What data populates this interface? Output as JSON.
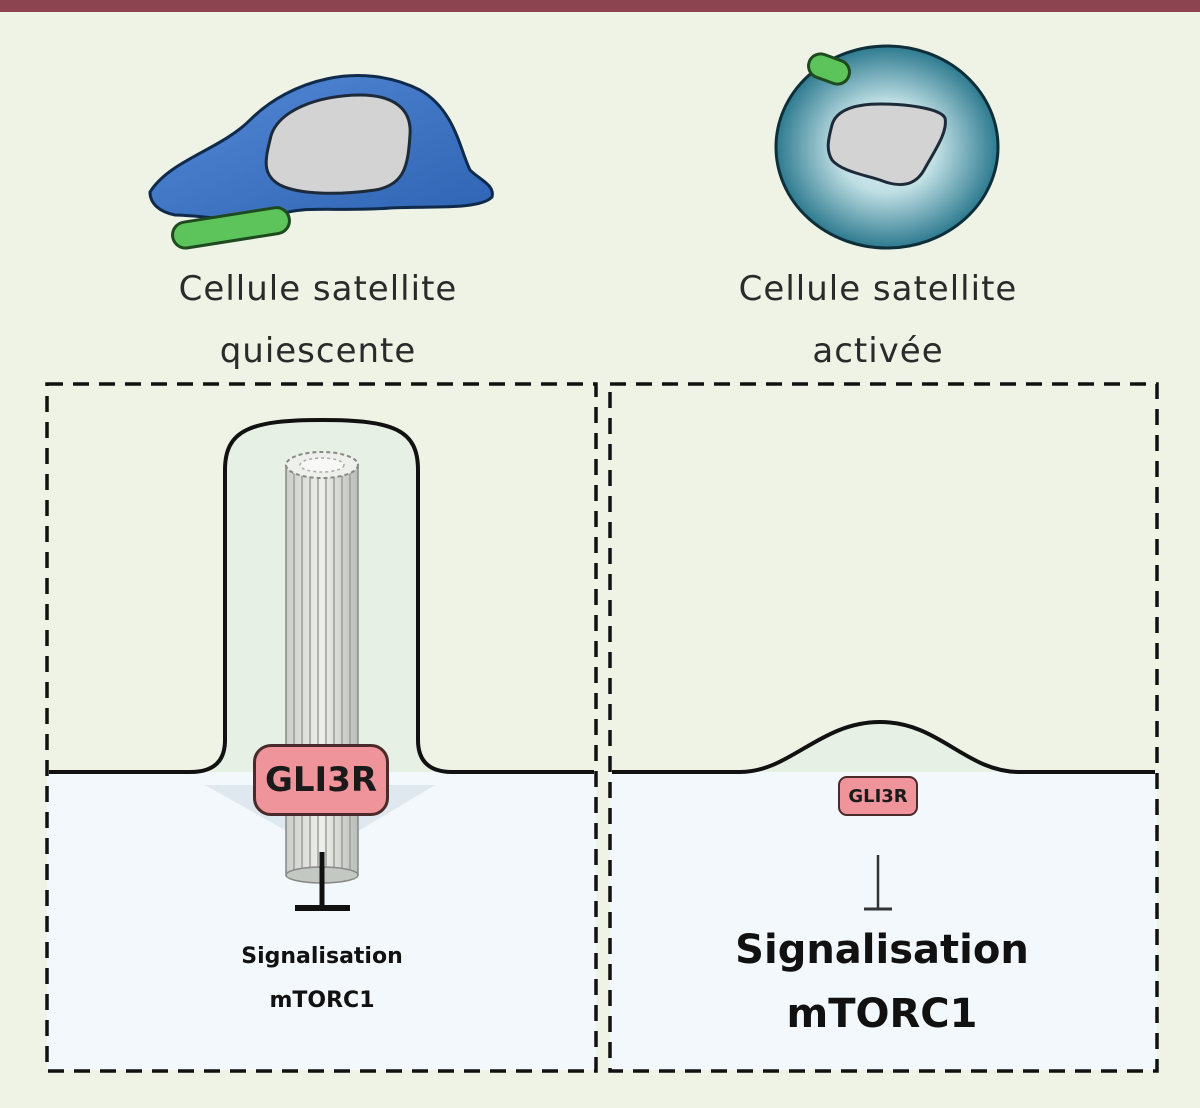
{
  "quiescent_cell": {
    "label_line1": "Cellule satellite",
    "label_line2": "quiescente"
  },
  "activated_cell": {
    "label_line1": "Cellule satellite",
    "label_line2": "activée"
  },
  "left_panel": {
    "protein": "GLI3R",
    "pathway_line1": "Signalisation",
    "pathway_line2": "mTORC1"
  },
  "right_panel": {
    "protein": "GLI3R",
    "pathway_line1": "Signalisation",
    "pathway_line2": "mTORC1"
  },
  "colors": {
    "banner": "#8c4550",
    "background": "#eef3e6",
    "cytoplasm": "#f2f8fb",
    "quiescent_cell": "#3b74c4",
    "activated_cell_rim": "#2d7a8f",
    "nucleus": "#d3d3d3",
    "myofiber": "#5cc45a",
    "gli3r": "#f0949b"
  }
}
